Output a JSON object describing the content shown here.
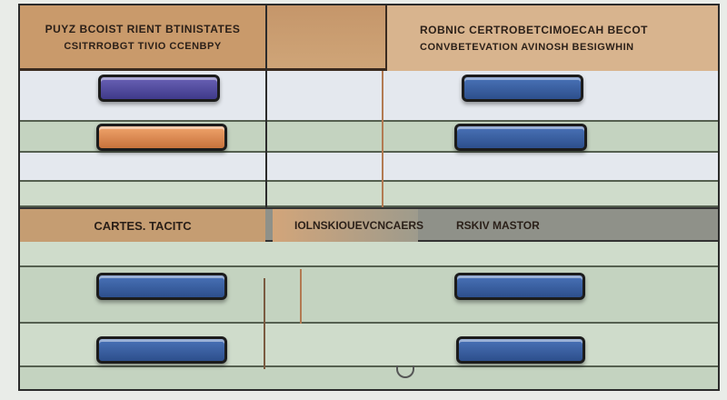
{
  "header": {
    "left_line1": "PUYZ BCOIST RIENT BTINISTATES",
    "left_line2": "CSITRROBGT TIVIO CCENBPY",
    "right_line1": "ROBNIC CERTROBETCIMOECAH BECOT",
    "right_line2": "CONVBETEVATION AVINOSH BESIGWHIN"
  },
  "band": {
    "left_label": "CARTES. TACITC",
    "mid_label": "IOLNSKIOUEVCNCAERS",
    "right_label": "RSKIV MASTOR"
  },
  "colors": {
    "header": "#c99a6b",
    "row": "#cfdccb",
    "band": "#8f9189",
    "pill_blue": "#3a5fa3",
    "pill_orange": "#e08a50"
  }
}
